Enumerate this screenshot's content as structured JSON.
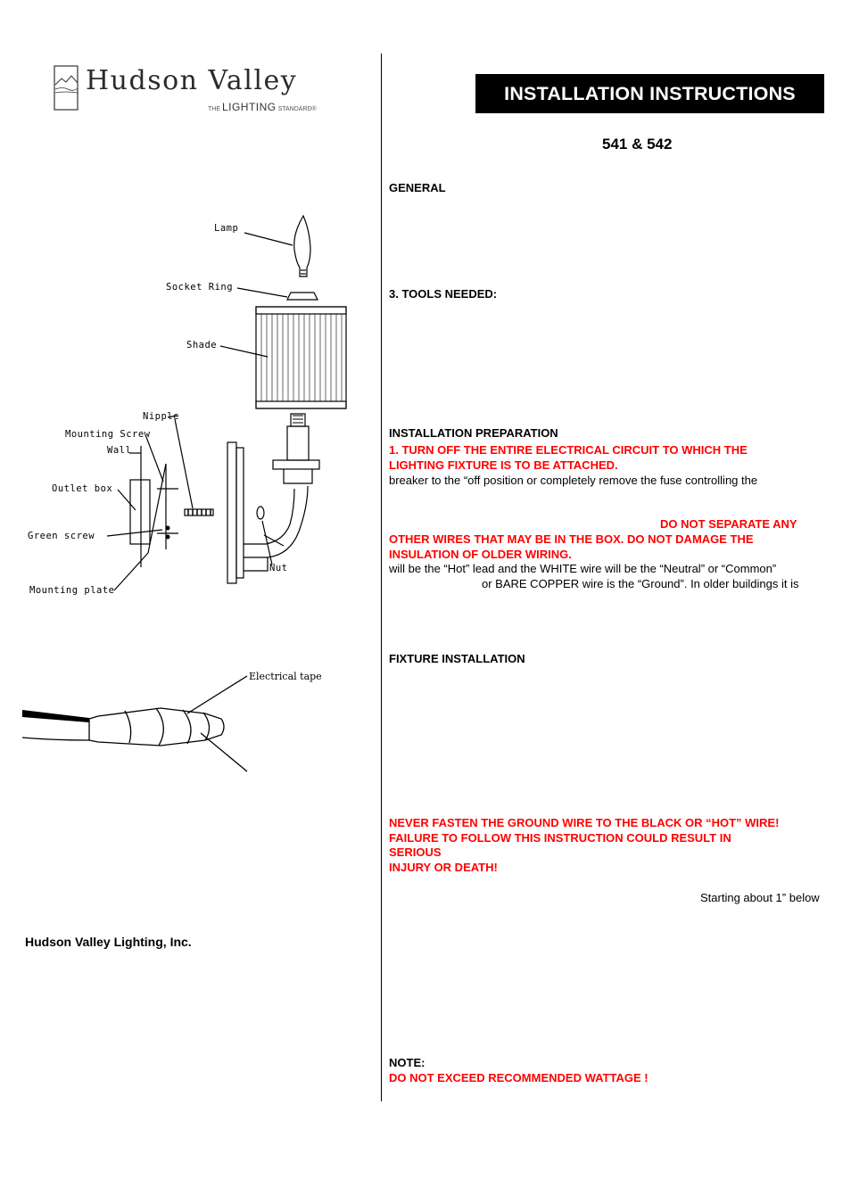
{
  "logo": {
    "name": "Hudson Valley",
    "tagline_prefix": "THE",
    "tagline_word": "LIGHTING",
    "tagline_suffix": "STANDARD®"
  },
  "banner": {
    "title": "INSTALLATION INSTRUCTIONS"
  },
  "model": "541 & 542",
  "sections": {
    "general": "GENERAL",
    "tools": "3. TOOLS NEEDED:",
    "prep": "INSTALLATION PREPARATION",
    "prep_warning_1": "1. TURN OFF THE ENTIRE ELECTRICAL CIRCUIT TO WHICH THE",
    "prep_warning_2": "LIGHTING FIXTURE IS TO BE ATTACHED.",
    "prep_text_1": "breaker to the “off position or completely remove the fuse controlling the",
    "prep_warning_3": "DO NOT SEPARATE ANY",
    "prep_warning_4": "OTHER WIRES THAT MAY BE IN THE BOX. DO NOT DAMAGE THE",
    "prep_warning_5": "INSULATION OF OLDER WIRING.",
    "prep_text_2": "will be the “Hot” lead and the WHITE wire will be the “Neutral” or “Common”",
    "prep_text_3": "or BARE COPPER wire is the “Ground”. In older buildings it is",
    "fixture": "FIXTURE INSTALLATION",
    "ground_warning_1": "NEVER FASTEN THE GROUND WIRE TO THE BLACK OR “HOT” WIRE!",
    "ground_warning_2": "FAILURE TO FOLLOW THIS INSTRUCTION COULD RESULT IN",
    "ground_warning_3": "SERIOUS",
    "ground_warning_4": "INJURY OR DEATH!",
    "starting": "Starting about 1” below",
    "note": "NOTE:",
    "note_warning": "DO NOT EXCEED RECOMMENDED WATTAGE !"
  },
  "diagram_labels": {
    "lamp": "Lamp",
    "socket_ring": "Socket Ring",
    "shade": "Shade",
    "nipple": "Nipple",
    "mounting_screw": "Mounting Screw",
    "wall": "Wall",
    "outlet_box": "Outlet box",
    "green_screw": "Green screw",
    "mounting_plate": "Mounting plate",
    "nut": "Nut",
    "electrical_tape": "Electrical tape"
  },
  "company": "Hudson Valley Lighting, Inc."
}
